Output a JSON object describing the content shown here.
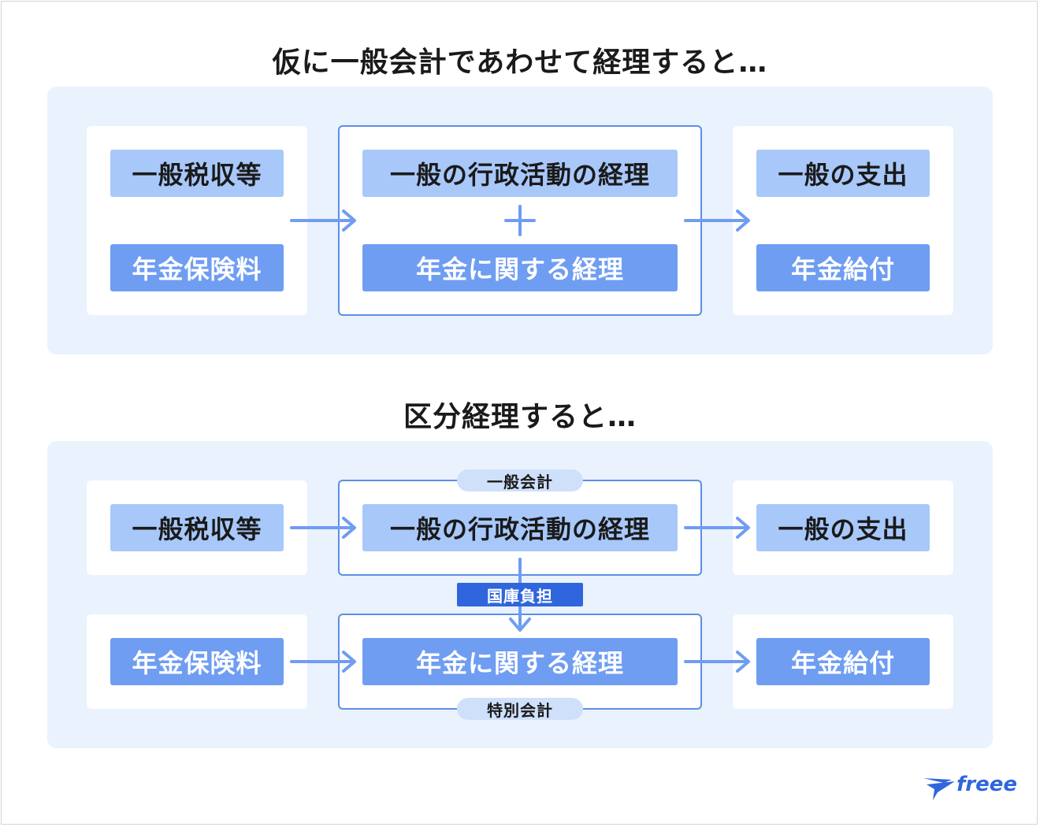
{
  "top_section": {
    "title": "仮に一般会計であわせて経理すると…",
    "revenue": [
      "一般税収等",
      "年金保険料"
    ],
    "accounting": [
      "一般の行政活動の経理",
      "年金に関する経理"
    ],
    "spending": [
      "一般の支出",
      "年金給付"
    ]
  },
  "bottom_section": {
    "title": "区分経理すると…",
    "general_account_label": "一般会計",
    "special_account_label": "特別会計",
    "transfer_label": "国庫負担",
    "general_row": [
      "一般税収等",
      "一般の行政活動の経理",
      "一般の支出"
    ],
    "pension_row": [
      "年金保険料",
      "年金に関する経理",
      "年金給付"
    ]
  },
  "colors": {
    "light_box": "#a8c8fa",
    "mid_box": "#6f9df2",
    "panel": "#e9f2fd",
    "arrow": "#6f9df2",
    "badge": "#2f66dd"
  },
  "brand": {
    "logo": "freee",
    "icon": "bird-icon"
  }
}
